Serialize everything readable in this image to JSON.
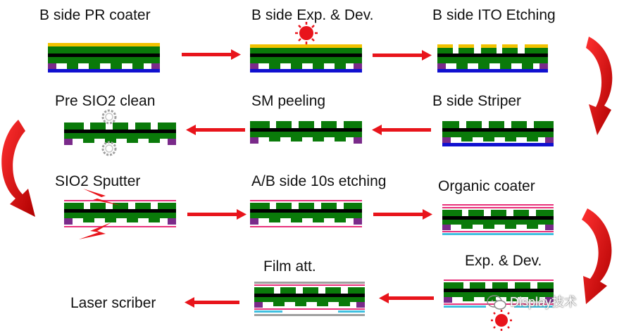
{
  "steps": [
    {
      "label": "B side PR coater"
    },
    {
      "label": "B side Exp. & Dev."
    },
    {
      "label": "B side ITO Etching"
    },
    {
      "label": "Pre SIO2 clean"
    },
    {
      "label": "SM peeling"
    },
    {
      "label": "B side Striper"
    },
    {
      "label": "SIO2 Sputter"
    },
    {
      "label": "A/B side 10s etching"
    },
    {
      "label": "Organic coater"
    },
    {
      "label": "Laser scriber"
    },
    {
      "label": "Film att."
    },
    {
      "label": "Exp. & Dev."
    }
  ],
  "watermark": {
    "text": "Display技术"
  },
  "colors": {
    "arrow": "#e8141b",
    "green": "#0a7a0a",
    "black": "#000000",
    "yellow": "#f2c200",
    "blue": "#1010d0",
    "purple": "#7a2a8a",
    "pink": "#e8307a",
    "cyan": "#40c0e0",
    "gray": "#a0a0a0"
  }
}
